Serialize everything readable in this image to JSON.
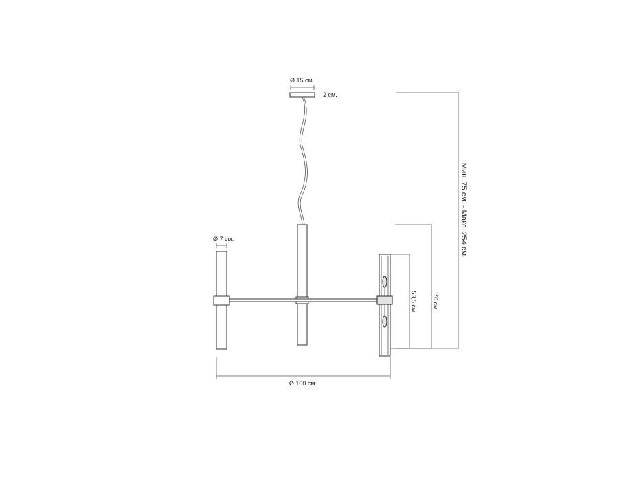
{
  "diagram": {
    "dimensions": {
      "canopy_diameter": "Ø 15 см.",
      "canopy_height": "2 см.",
      "tube_diameter": "Ø 7 см.",
      "overall_diameter": "Ø 100 см.",
      "tube_length": "53,5 см.",
      "fixture_height": "70 см.",
      "total_height": "Мин. 75 см. - Макс. 254 см."
    },
    "colors": {
      "line": "#333333",
      "background": "#ffffff"
    }
  }
}
